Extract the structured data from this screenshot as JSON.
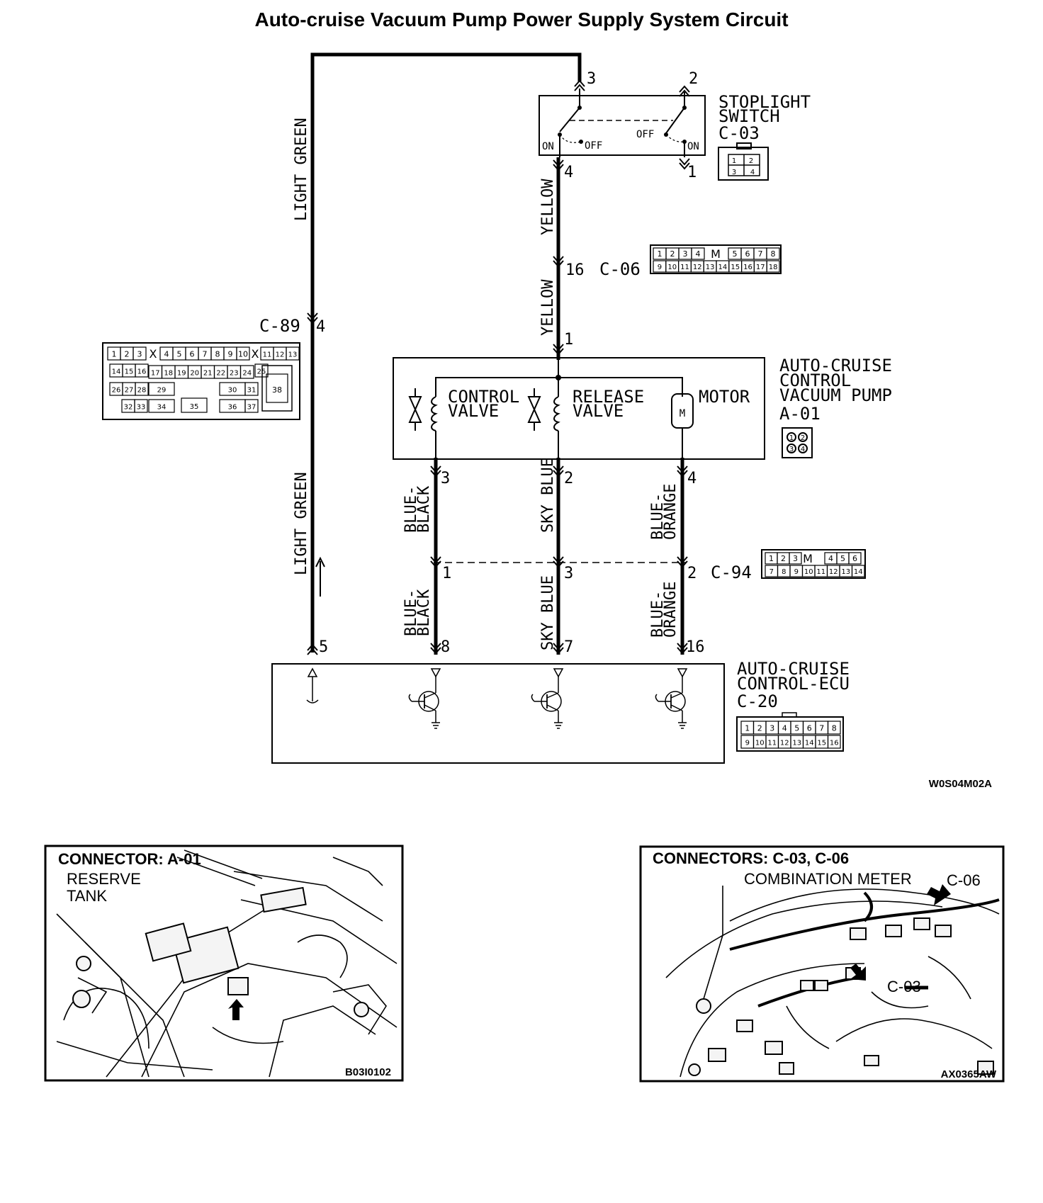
{
  "title": "Auto-cruise Vacuum Pump Power Supply System Circuit",
  "components": {
    "stoplight_switch": {
      "name_line1": "STOPLIGHT",
      "name_line2": "SWITCH",
      "connector": "C-03",
      "pins": [
        "1",
        "2",
        "3",
        "4"
      ],
      "off": "OFF",
      "on": "ON"
    },
    "vacuum_pump": {
      "name_line1": "AUTO-CRUISE",
      "name_line2": "CONTROL",
      "name_line3": "VACUUM PUMP",
      "connector": "A-01",
      "pins": [
        "1",
        "2",
        "3",
        "4"
      ],
      "control_valve_1": "CONTROL",
      "control_valve_2": "VALVE",
      "release_valve_1": "RELEASE",
      "release_valve_2": "VALVE",
      "motor": "MOTOR"
    },
    "ecu": {
      "name_line1": "AUTO-CRUISE",
      "name_line2": "CONTROL-ECU",
      "connector": "C-20",
      "pins": [
        "1",
        "2",
        "3",
        "4",
        "5",
        "6",
        "7",
        "8",
        "9",
        "10",
        "11",
        "12",
        "13",
        "14",
        "15",
        "16"
      ]
    },
    "c89": {
      "connector": "C-89",
      "row1": [
        "1",
        "2",
        "3",
        "4",
        "5",
        "6",
        "7",
        "8",
        "9",
        "10",
        "11",
        "12",
        "13"
      ],
      "row2": [
        "14",
        "15",
        "16",
        "17",
        "18",
        "19",
        "20",
        "21",
        "22",
        "23",
        "24",
        "25"
      ],
      "row3": [
        "26",
        "27",
        "28",
        "29",
        "30",
        "31"
      ],
      "row4": [
        "32",
        "33",
        "34",
        "35",
        "36",
        "37"
      ],
      "big": "38"
    },
    "c06": {
      "connector": "C-06",
      "row1": [
        "1",
        "2",
        "3",
        "4",
        "5",
        "6",
        "7",
        "8"
      ],
      "row2": [
        "9",
        "10",
        "11",
        "12",
        "13",
        "14",
        "15",
        "16",
        "17",
        "18"
      ]
    },
    "c94": {
      "connector": "C-94",
      "row1": [
        "1",
        "2",
        "3",
        "4",
        "5",
        "6"
      ],
      "row2": [
        "7",
        "8",
        "9",
        "10",
        "11",
        "12",
        "13",
        "14"
      ]
    }
  },
  "pins": {
    "sw3": "3",
    "sw2": "2",
    "sw4": "4",
    "sw1": "1",
    "c06_16": "16",
    "c89_4": "4",
    "pump1": "1",
    "pump3": "3",
    "pump2": "2",
    "pump4": "4",
    "c94_1": "1",
    "c94_3": "3",
    "c94_2": "2",
    "ecu5": "5",
    "ecu8": "8",
    "ecu7": "7",
    "ecu16": "16"
  },
  "wires": {
    "light_green": "LIGHT GREEN",
    "yellow": "YELLOW",
    "blue_black_1": "BLUE-",
    "blue_black_2": "BLACK",
    "sky_blue": "SKY BLUE",
    "blue_orange_1": "BLUE-",
    "blue_orange_2": "ORANGE"
  },
  "diagram_code": "W0S04M02A",
  "photos": {
    "left": {
      "heading": "CONNECTOR: A-01",
      "label1": "RESERVE",
      "label2": "TANK",
      "code": "B03I0102"
    },
    "right": {
      "heading": "CONNECTORS: C-03, C-06",
      "label1": "COMBINATION METER",
      "label2": "C-06",
      "label3": "C-03",
      "code": "AX0365AW"
    }
  }
}
